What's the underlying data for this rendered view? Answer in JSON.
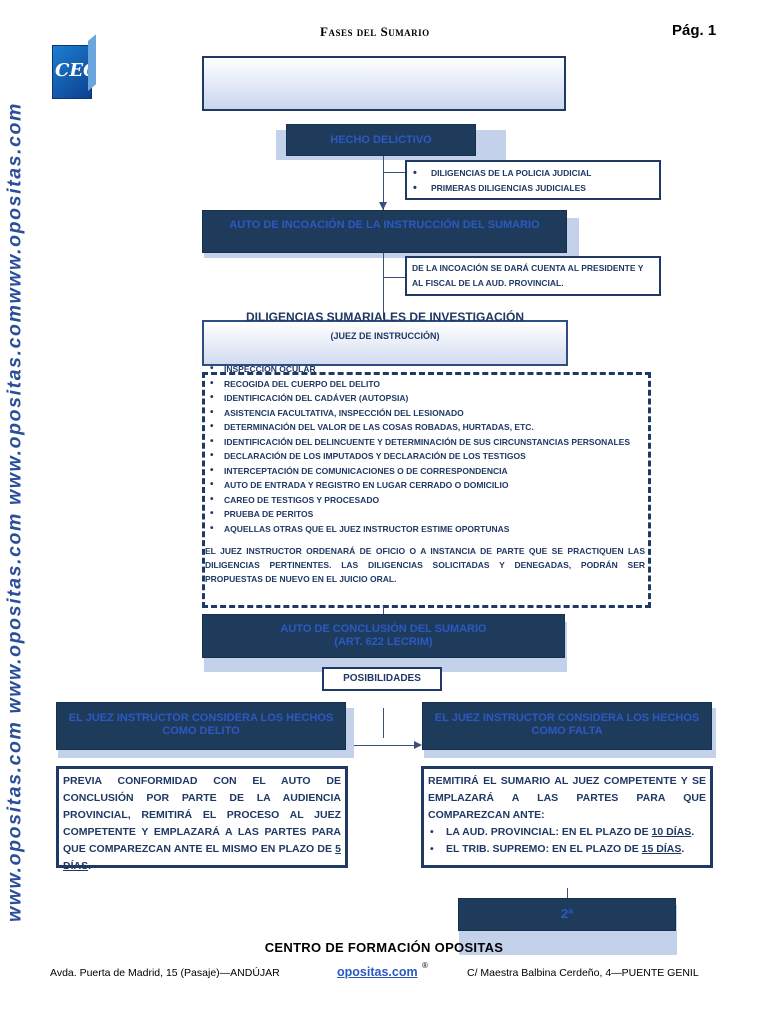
{
  "side": {
    "text": "www.opositas.com  www.opositas.com  www.opositas.comwww.opositas.com"
  },
  "header": {
    "title": "Fases del Sumario",
    "page": "Pág. 1",
    "logo": "CEO"
  },
  "hecho": {
    "label": "HECHO DELICTIVO"
  },
  "diligencias_policia": [
    "DILIGENCIAS DE LA POLICIA JUDICIAL",
    "PRIMERAS DILIGENCIAS JUDICIALES"
  ],
  "incoacion": {
    "label": "AUTO DE INCOACIÓN DE LA INSTRUCCIÓN DEL SUMARIO"
  },
  "incoacion_note": "DE LA INCOACIÓN SE DARÁ CUENTA AL PRESIDENTE Y AL FISCAL DE LA AUD. PROVINCIAL.",
  "diligencias": {
    "title": "DILIGENCIAS SUMARIALES DE INVESTIGACIÓN",
    "subtitle": "(JUEZ DE INSTRUCCIÓN)",
    "items": [
      "INSPECCIÓN OCULAR",
      "RECOGIDA DEL CUERPO DEL DELITO",
      "IDENTIFICACIÓN DEL CADÁVER (AUTOPSIA)",
      "ASISTENCIA FACULTATIVA, INSPECCIÓN DEL LESIONADO",
      "DETERMINACIÓN DEL VALOR DE LAS COSAS ROBADAS, HURTADAS, ETC.",
      "IDENTIFICACIÓN DEL DELINCUENTE Y DETERMINACIÓN DE SUS CIRCUNSTANCIAS PERSONALES",
      "DECLARACIÓN DE LOS IMPUTADOS Y DECLARACIÓN DE LOS TESTIGOS",
      "INTERCEPTACIÓN DE COMUNICACIONES O DE CORRESPONDENCIA",
      "AUTO DE ENTRADA Y REGISTRO EN LUGAR CERRADO O DOMICILIO",
      "CAREO DE TESTIGOS Y PROCESADO",
      "PRUEBA DE PERITOS",
      "AQUELLAS OTRAS QUE EL JUEZ INSTRUCTOR ESTIME OPORTUNAS"
    ],
    "paragraph": "EL JUEZ INSTRUCTOR ORDENARÁ DE OFICIO O A INSTANCIA DE PARTE QUE SE PRACTIQUEN LAS DILIGENCIAS PERTINENTES. LAS DILIGENCIAS SOLICITADAS Y DENEGADAS, PODRÁN SER PROPUESTAS DE NUEVO EN EL JUICIO ORAL."
  },
  "conclusion": {
    "label": "AUTO DE CONCLUSIÓN DEL SUMARIO",
    "sublabel": "(ART. 622 LECRIM)"
  },
  "posibilidades": "POSIBILIDADES",
  "left_branch": {
    "label": "EL JUEZ INSTRUCTOR CONSIDERA LOS HECHOS COMO DELITO",
    "text_a": "PREVIA CONFORMIDAD CON EL AUTO DE CONCLUSIÓN POR PARTE DE LA AUDIENCIA PROVINCIAL, REMITIRÁ EL PROCESO AL JUEZ COMPETENTE Y EMPLAZARÁ A LAS PARTES PARA QUE COMPAREZCAN ANTE EL MISMO EN PLAZO DE ",
    "days": "5 DÍAS",
    "end": "."
  },
  "right_branch": {
    "label": "EL JUEZ INSTRUCTOR CONSIDERA LOS HECHOS COMO FALTA",
    "intro": "REMITIRÁ EL SUMARIO AL JUEZ COMPETENTE Y SE EMPLAZARÁ A LAS PARTES PARA QUE COMPAREZCAN ANTE:",
    "item1_a": "LA AUD. PROVINCIAL: EN EL PLAZO DE ",
    "item1_days": "10 DÍAS",
    "item1_end": ".",
    "item2_a": "EL TRIB. SUPREMO: EN EL PLAZO DE ",
    "item2_days": "15 DÍAS",
    "item2_end": "."
  },
  "bottom_box": {
    "label": "2ª"
  },
  "footer": {
    "title": "CENTRO DE FORMACIÓN OPOSITAS",
    "left": "Avda. Puerta de Madrid, 15 (Pasaje)—ANDÚJAR",
    "center": "opositas.com",
    "reg": "®",
    "right": "C/ Maestra Balbina Cerdeño, 4—PUENTE GENIL"
  }
}
